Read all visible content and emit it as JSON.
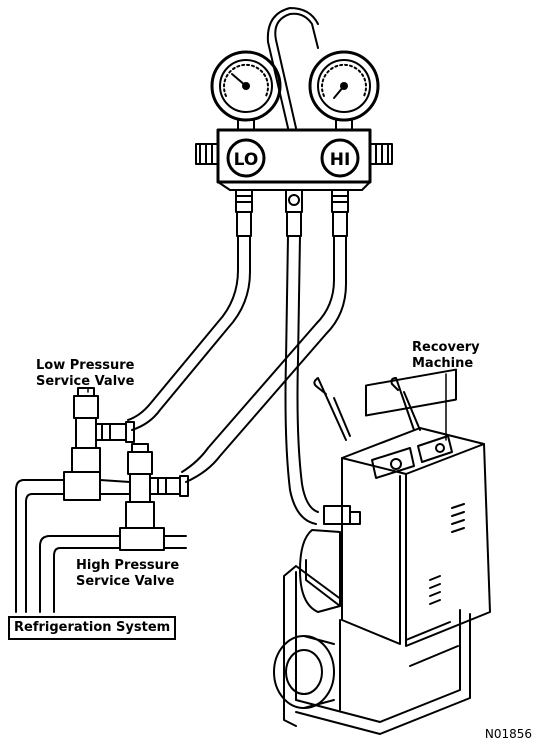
{
  "labels": {
    "low_pressure_line1": "Low Pressure",
    "low_pressure_line2": "Service Valve",
    "high_pressure_line1": "High Pressure",
    "high_pressure_line2": "Service Valve",
    "recovery_line1": "Recovery",
    "recovery_line2": "Machine",
    "refrigeration_system": "Refrigeration System",
    "figure_id": "N01856"
  },
  "gauges": {
    "low_label": "LO",
    "high_label": "HI"
  },
  "colors": {
    "line": "#000000",
    "background": "#ffffff"
  }
}
